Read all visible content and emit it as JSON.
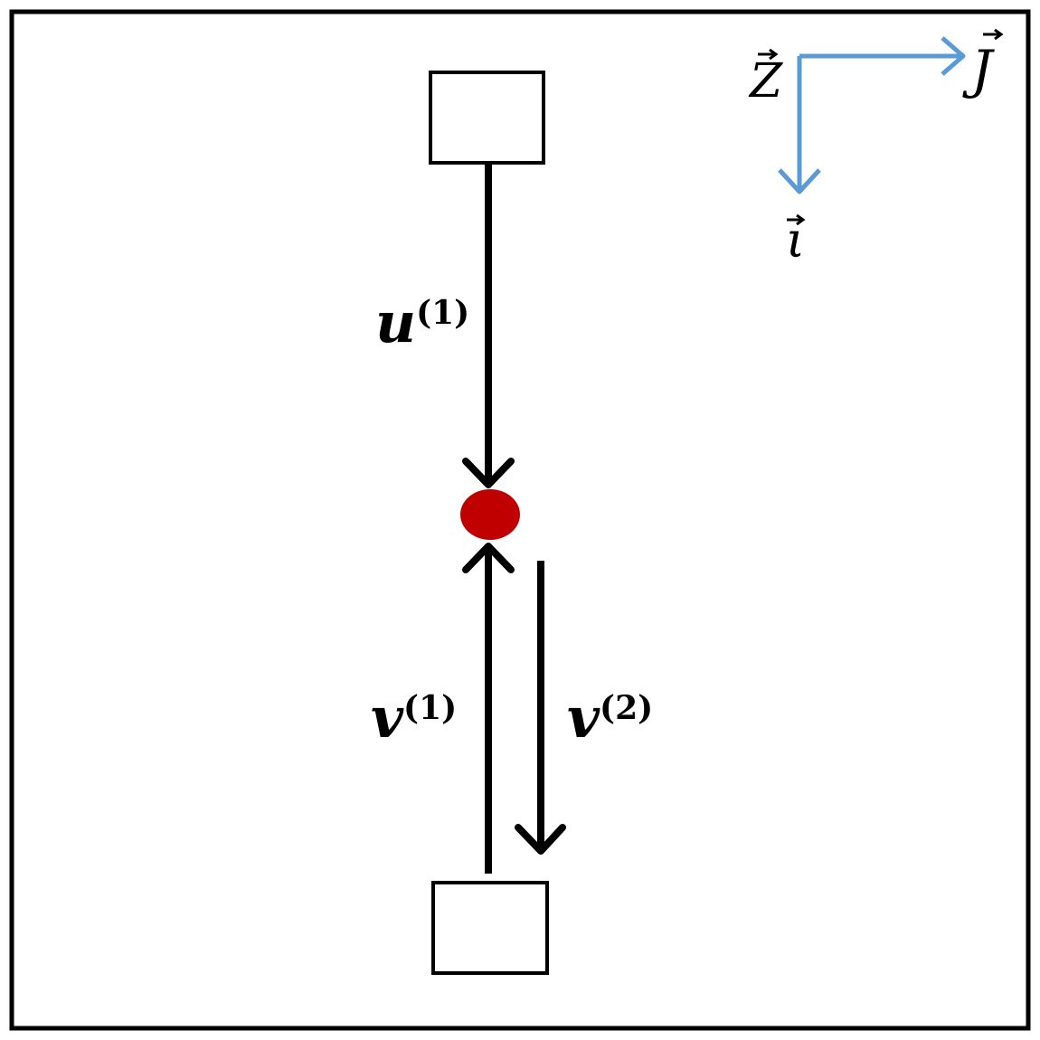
{
  "labels": {
    "u1": {
      "base": "u",
      "sup": "(1)"
    },
    "v1": {
      "base": "v",
      "sup": "(1)"
    },
    "v2": {
      "base": "v",
      "sup": "(2)"
    }
  },
  "axes": {
    "z": "Z",
    "j": "J",
    "i": "ι"
  },
  "colors": {
    "frame": "#000000",
    "arrow": "#000000",
    "axis": "#5b9bd5",
    "particle": "#c00000",
    "box_fill": "#ffffff"
  },
  "icons": {
    "top_box": "square",
    "bottom_box": "square",
    "particle": "red-dot"
  }
}
